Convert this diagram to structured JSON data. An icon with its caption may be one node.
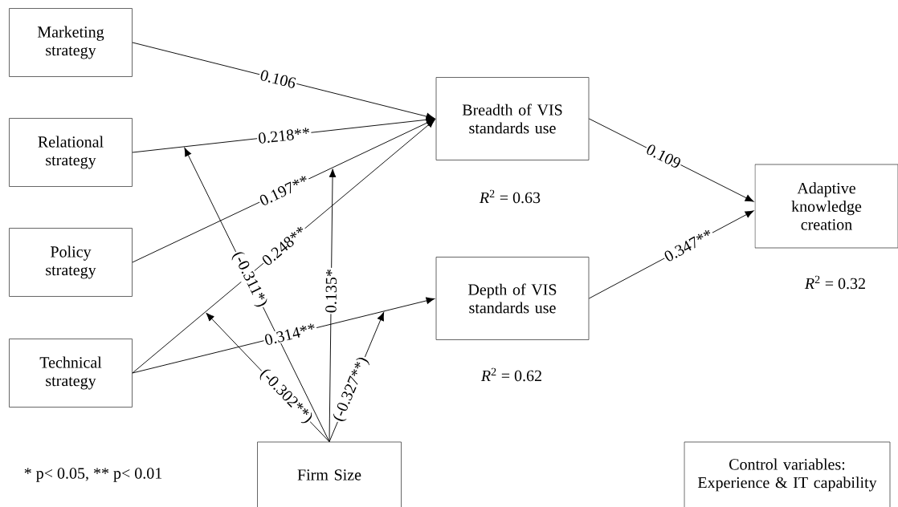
{
  "diagram": {
    "nodes": [
      {
        "text": [
          "Marketing strategy"
        ]
      },
      {
        "text": [
          "Relational strategy"
        ]
      },
      {
        "text": [
          "Policy strategy"
        ]
      },
      {
        "text": [
          "Technical strategy"
        ]
      },
      {
        "text": [
          "Breadth of VIS standards use"
        ],
        "beside": [
          "*R*$^{2}$ = 0.63"
        ]
      },
      {
        "text": [
          "Depth of VIS standards use"
        ],
        "beside": [
          "*R*$^{2}$ = 0.62"
        ]
      },
      {
        "text": [
          "Adaptive knowledge creation"
        ],
        "beside": [
          "*R*$^{2}$ = 0.32"
        ]
      },
      {
        "text": [
          "Firm Size"
        ]
      },
      {
        "text": [
          "Control variables: Experience & IT capability"
        ]
      }
    ],
    "edges": [
      {
        "from": 0,
        "to": 4,
        "arrow": "to",
        "label": "0.106"
      },
      {
        "from": 1,
        "to": 4,
        "arrow": "to",
        "label": "0.218**"
      },
      {
        "from": 2,
        "to": 4,
        "arrow": "to",
        "label": "0.197**"
      },
      {
        "from": 3,
        "to": 4,
        "arrow": "to",
        "label": "0.248**"
      },
      {
        "from": 3,
        "to": 5,
        "arrow": "to",
        "label": "0.314**"
      },
      {
        "from": 4,
        "to": 6,
        "arrow": "to",
        "label": "0.109"
      },
      {
        "from": 5,
        "to": 6,
        "arrow": "to",
        "label": "0.347**"
      },
      {
        "from": 7,
        "to": null,
        "arrow": "to",
        "label": "(-0.311*)"
      },
      {
        "from": 7,
        "to": null,
        "arrow": "to",
        "label": "0.135*"
      },
      {
        "from": 7,
        "to": null,
        "arrow": "to",
        "label": "(-0.302**)"
      },
      {
        "from": 7,
        "to": null,
        "arrow": "to",
        "label": "(-0.327**)"
      }
    ],
    "labels": [
      "* p< 0.05, ** p< 0.01"
    ]
  }
}
